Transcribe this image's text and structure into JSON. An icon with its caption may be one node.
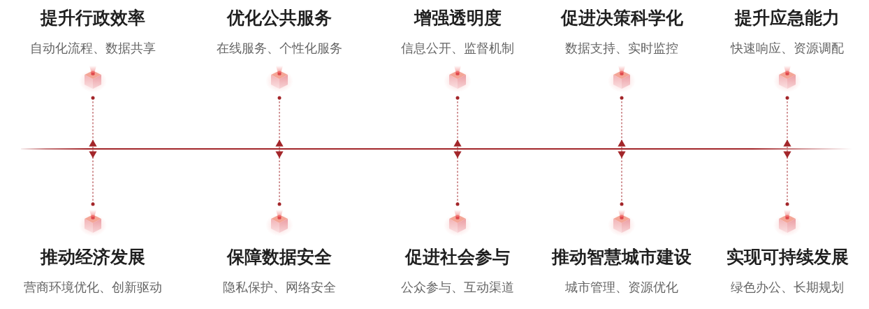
{
  "diagram": {
    "nodes": [
      {
        "text": [
          "提升行政效率",
          "自动化流程、数据共享"
        ]
      },
      {
        "text": [
          "优化公共服务",
          "在线服务、个性化服务"
        ]
      },
      {
        "text": [
          "增强透明度",
          "信息公开、监督机制"
        ]
      },
      {
        "text": [
          "促进决策科学化",
          "数据支持、实时监控"
        ]
      },
      {
        "text": [
          "提升应急能力",
          "快速响应、资源调配"
        ]
      },
      {
        "text": [],
        "shape": "bar"
      },
      {
        "text": [
          "推动经济发展",
          "营商环境优化、创新驱动"
        ]
      },
      {
        "text": [
          "保障数据安全",
          "隐私保护、网络安全"
        ]
      },
      {
        "text": [
          "促进社会参与",
          "公众参与、互动渠道"
        ]
      },
      {
        "text": [
          "推动智慧城市建设",
          "城市管理、资源优化"
        ]
      },
      {
        "text": [
          "实现可持续发展",
          "绿色办公、长期规划"
        ]
      }
    ],
    "edges": [
      {
        "from": 0,
        "to": 5,
        "arrow": "other",
        "style": "dashed"
      },
      {
        "from": 1,
        "to": 5,
        "arrow": "other",
        "style": "dashed"
      },
      {
        "from": 2,
        "to": 5,
        "arrow": "other",
        "style": "dashed"
      },
      {
        "from": 3,
        "to": 5,
        "arrow": "other",
        "style": "dashed"
      },
      {
        "from": 4,
        "to": 5,
        "arrow": "other",
        "style": "dashed"
      },
      {
        "from": 6,
        "to": 5,
        "arrow": "other",
        "style": "dashed"
      },
      {
        "from": 7,
        "to": 5,
        "arrow": "other",
        "style": "dashed"
      },
      {
        "from": 8,
        "to": 5,
        "arrow": "other",
        "style": "dashed"
      },
      {
        "from": 9,
        "to": 5,
        "arrow": "other",
        "style": "dashed"
      },
      {
        "from": 10,
        "to": 5,
        "arrow": "other",
        "style": "dashed"
      }
    ]
  }
}
